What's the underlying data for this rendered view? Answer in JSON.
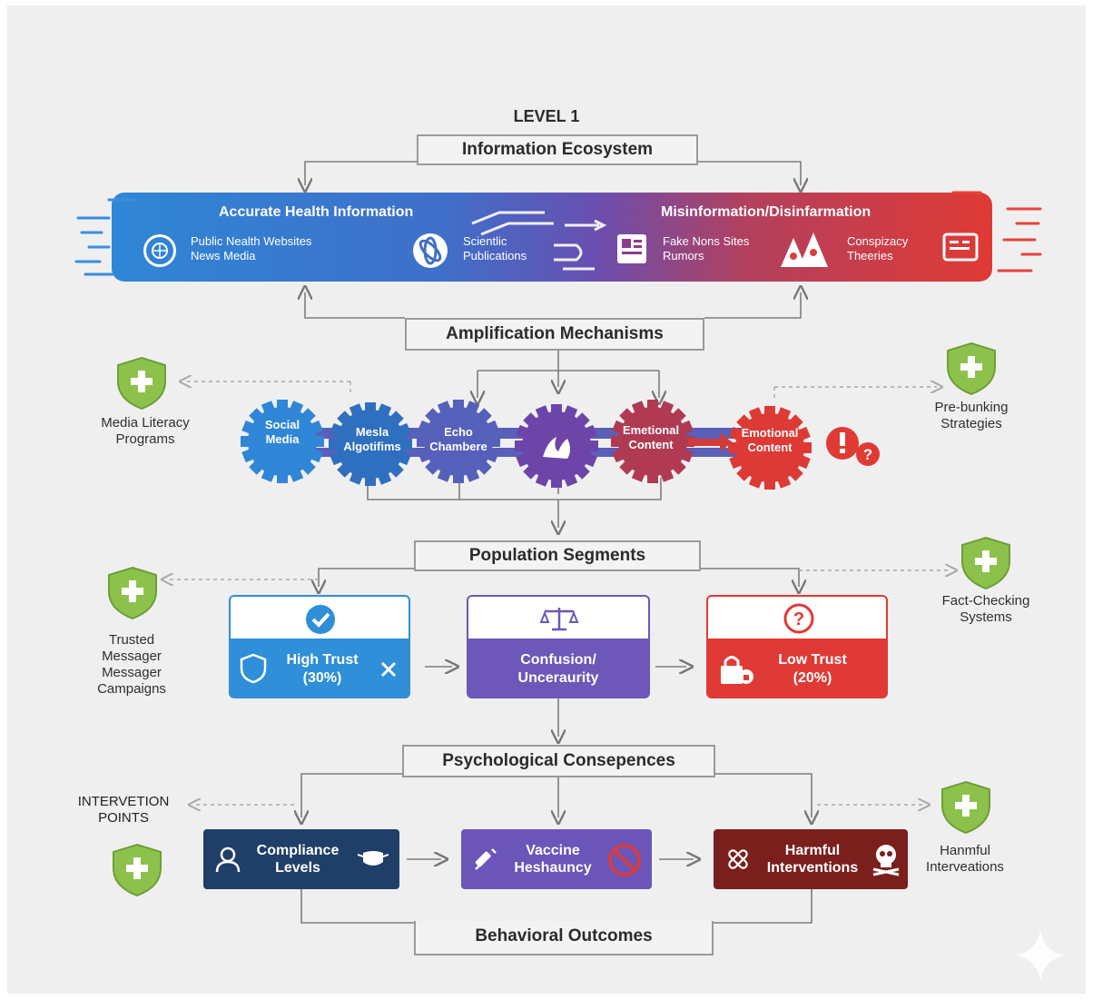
{
  "header": {
    "level": "LEVEL 1",
    "title": "Information Ecosystem"
  },
  "ecosystem": {
    "accurate": {
      "heading": "Accurate Health Information",
      "sources": [
        "Public Nealth Websites",
        "News Media"
      ],
      "publications": [
        "Scientlic",
        "Publications"
      ]
    },
    "misinfo": {
      "heading": "Misinformation/Disinfarmation",
      "sites": [
        "Fake Nons Sites",
        "Rumors"
      ],
      "conspiracy": [
        "Conspizacy",
        "Theeries"
      ]
    }
  },
  "amplification": {
    "title": "Amplification Mechanisms",
    "gears": [
      {
        "label": "Social\nMedia"
      },
      {
        "label": "Mesla\nAlgotifims"
      },
      {
        "label": "Echo\nChambere"
      },
      {
        "label": ""
      },
      {
        "label": "Emetional\nContent"
      },
      {
        "label": "Emotional\nContent"
      }
    ],
    "left_intervention": "Media Literacy\nPrograms",
    "right_intervention": "Pre-bunking\nStrategies"
  },
  "population": {
    "title": "Population Segments",
    "segments": [
      {
        "label": "High Trust\n(30%)",
        "color": "#2f8fd8"
      },
      {
        "label": "Confusion/\nUnceraurity",
        "color": "#6d57b8"
      },
      {
        "label": "Low Trust\n(20%)",
        "color": "#e03a36"
      }
    ],
    "left_intervention": "Trusted\nMessager\nMessager\nCampaigns",
    "right_intervention": "Fact-Checking\nSystems"
  },
  "psychological": {
    "title": "Psychological Consepences",
    "outcomes": [
      {
        "label": "Compliance\nLevels",
        "color": "#1f3f68"
      },
      {
        "label": "Vaccine\nHeshauncy",
        "color": "#6b55b8"
      },
      {
        "label": "Harmful\nInterventions",
        "color": "#7a1f1c"
      }
    ],
    "left_intervention": "INTERVETION\nPOINTS",
    "right_intervention": "Hanmful\nInterveations"
  },
  "behavioral": {
    "title": "Behavioral Outcomes"
  },
  "colors": {
    "shield": "#8cc24b",
    "accent_blue": "#2f86d6",
    "accent_red": "#e03a34"
  }
}
